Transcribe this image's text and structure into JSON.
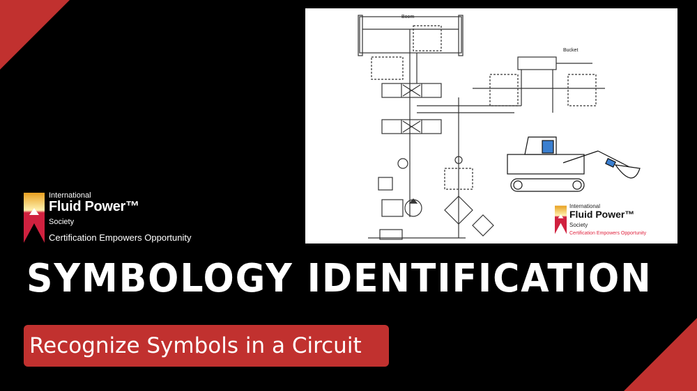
{
  "logo": {
    "line1": "International",
    "line2": "Fluid Power™",
    "line3": "Society",
    "tagline": "Certification Empowers Opportunity"
  },
  "diagram": {
    "label_boom": "Boom",
    "label_bucket": "Bucket"
  },
  "title": "SYMBOLOGY IDENTIFICATION",
  "subtitle": "Recognize Symbols in a Circuit",
  "colors": {
    "accent": "#c1312f",
    "logo_red": "#d0213f",
    "logo_gold": "#f0b030"
  }
}
